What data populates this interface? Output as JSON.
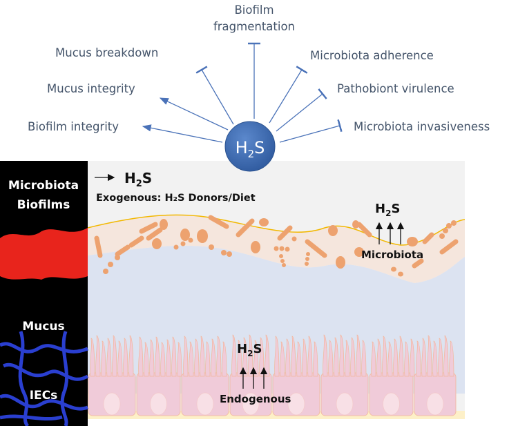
{
  "center": {
    "molecule": "H2S",
    "main": "H",
    "sub": "2",
    "tail": "S"
  },
  "effects": {
    "biofilm_fragmentation": [
      "Biofilm",
      "fragmentation"
    ],
    "mucus_breakdown": "Mucus breakdown",
    "mucus_integrity": "Mucus integrity",
    "biofilm_integrity": "Biofilm integrity",
    "microbiota_adherence": "Microbiota adherence",
    "pathobiont_virulence": "Pathobiont virulence",
    "microbiota_invasiveness": "Microbiota invasiveness"
  },
  "layers": {
    "biofilm": [
      "Microbiota",
      "Biofilms"
    ],
    "mucus": "Mucus",
    "iecs": "IECs"
  },
  "sources": {
    "exogenous": "Exogenous: H₂S Donors/Diet",
    "microbiota": "Microbiota",
    "endogenous": "Endogenous",
    "h2s_main": "H",
    "h2s_sub": "2",
    "h2s_tail": "S"
  },
  "colors": {
    "circle": "#3f6db3",
    "line": "#4a72b8",
    "text": "#44546a",
    "bacteria": "#eda26f",
    "mucus": "#dce3f1",
    "biofilm": "#f5e6dd",
    "cells": "#f0cbd9",
    "edge": "#f2b800"
  }
}
